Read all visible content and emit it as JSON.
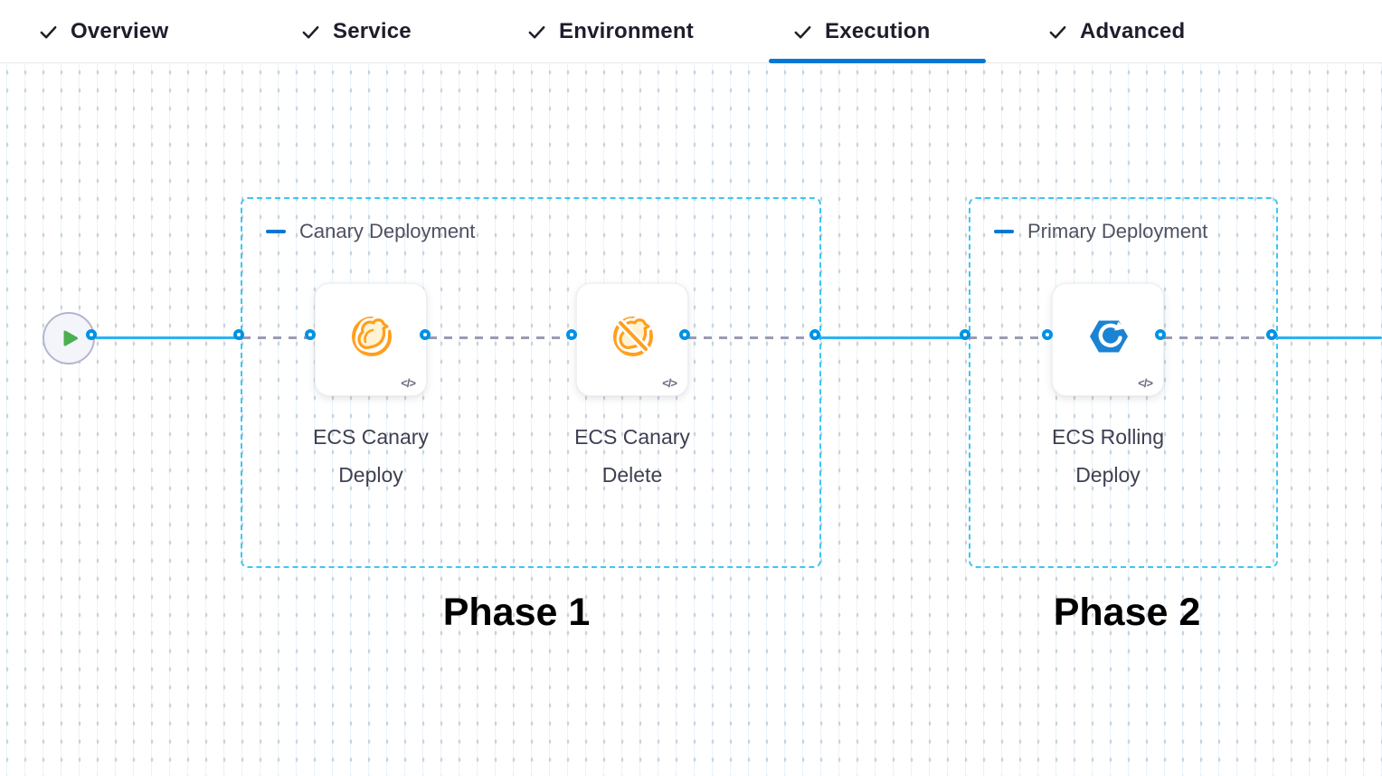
{
  "tab_bar": {
    "tabs": [
      {
        "label": "Overview",
        "completed": true,
        "active": false
      },
      {
        "label": "Service",
        "completed": true,
        "active": false
      },
      {
        "label": "Environment",
        "completed": true,
        "active": false
      },
      {
        "label": "Execution",
        "completed": true,
        "active": true
      },
      {
        "label": "Advanced",
        "completed": true,
        "active": false
      }
    ]
  },
  "canvas": {
    "start_node": {
      "icon": "play-icon"
    },
    "stages": [
      {
        "name": "Canary Deployment",
        "phase_label": "Phase 1",
        "steps": [
          {
            "name": "ECS Canary Deploy",
            "icon": "ecs-canary-deploy-icon"
          },
          {
            "name": "ECS Canary Delete",
            "icon": "ecs-canary-delete-icon"
          }
        ]
      },
      {
        "name": "Primary Deployment",
        "phase_label": "Phase 2",
        "steps": [
          {
            "name": "ECS Rolling Deploy",
            "icon": "ecs-rolling-deploy-icon"
          }
        ]
      }
    ],
    "code_badge_glyph": "</>"
  },
  "colors": {
    "accent_blue": "#0278d5",
    "connector_blue": "#2bb3f2",
    "port_blue": "#0092e4",
    "group_border_blue": "#3dc7f4",
    "canary_orange": "#ff9f1e",
    "ecs_blue": "#1b83d3",
    "play_green": "#4caf50",
    "phase_text": "#000000"
  }
}
